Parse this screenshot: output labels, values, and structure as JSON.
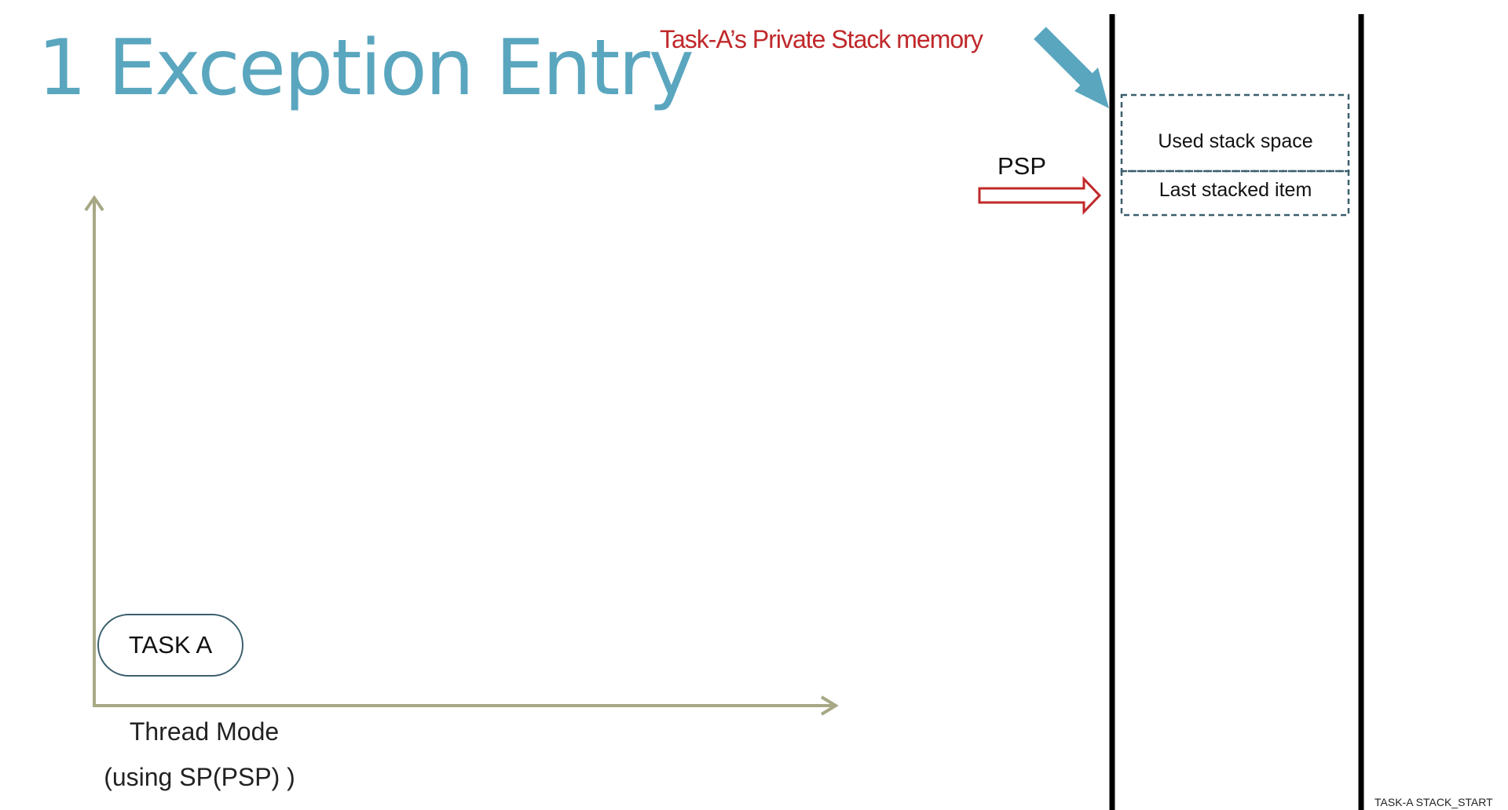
{
  "slide": {
    "title": "1 Exception Entry",
    "memory_label": "Task-A’s Private Stack memory",
    "pointer_label": "PSP",
    "blocks": {
      "used": "Used stack space",
      "last": "Last stacked item"
    },
    "task_label": "TASK A",
    "mode_line1": "Thread Mode",
    "mode_line2": "(using SP(PSP) )",
    "stack_start_label": "TASK-A STACK_START"
  },
  "colors": {
    "title": "#5aa6bf",
    "memory_label": "#c0282a",
    "callout_arrow": "#5aa6bf",
    "psp_arrow": "#c0282a",
    "axis": "#a8a886",
    "block_border": "#3b5f6e",
    "rails": "#000000"
  },
  "icons": {
    "callout": "arrow-down-right-icon",
    "pointer": "arrow-right-icon"
  }
}
